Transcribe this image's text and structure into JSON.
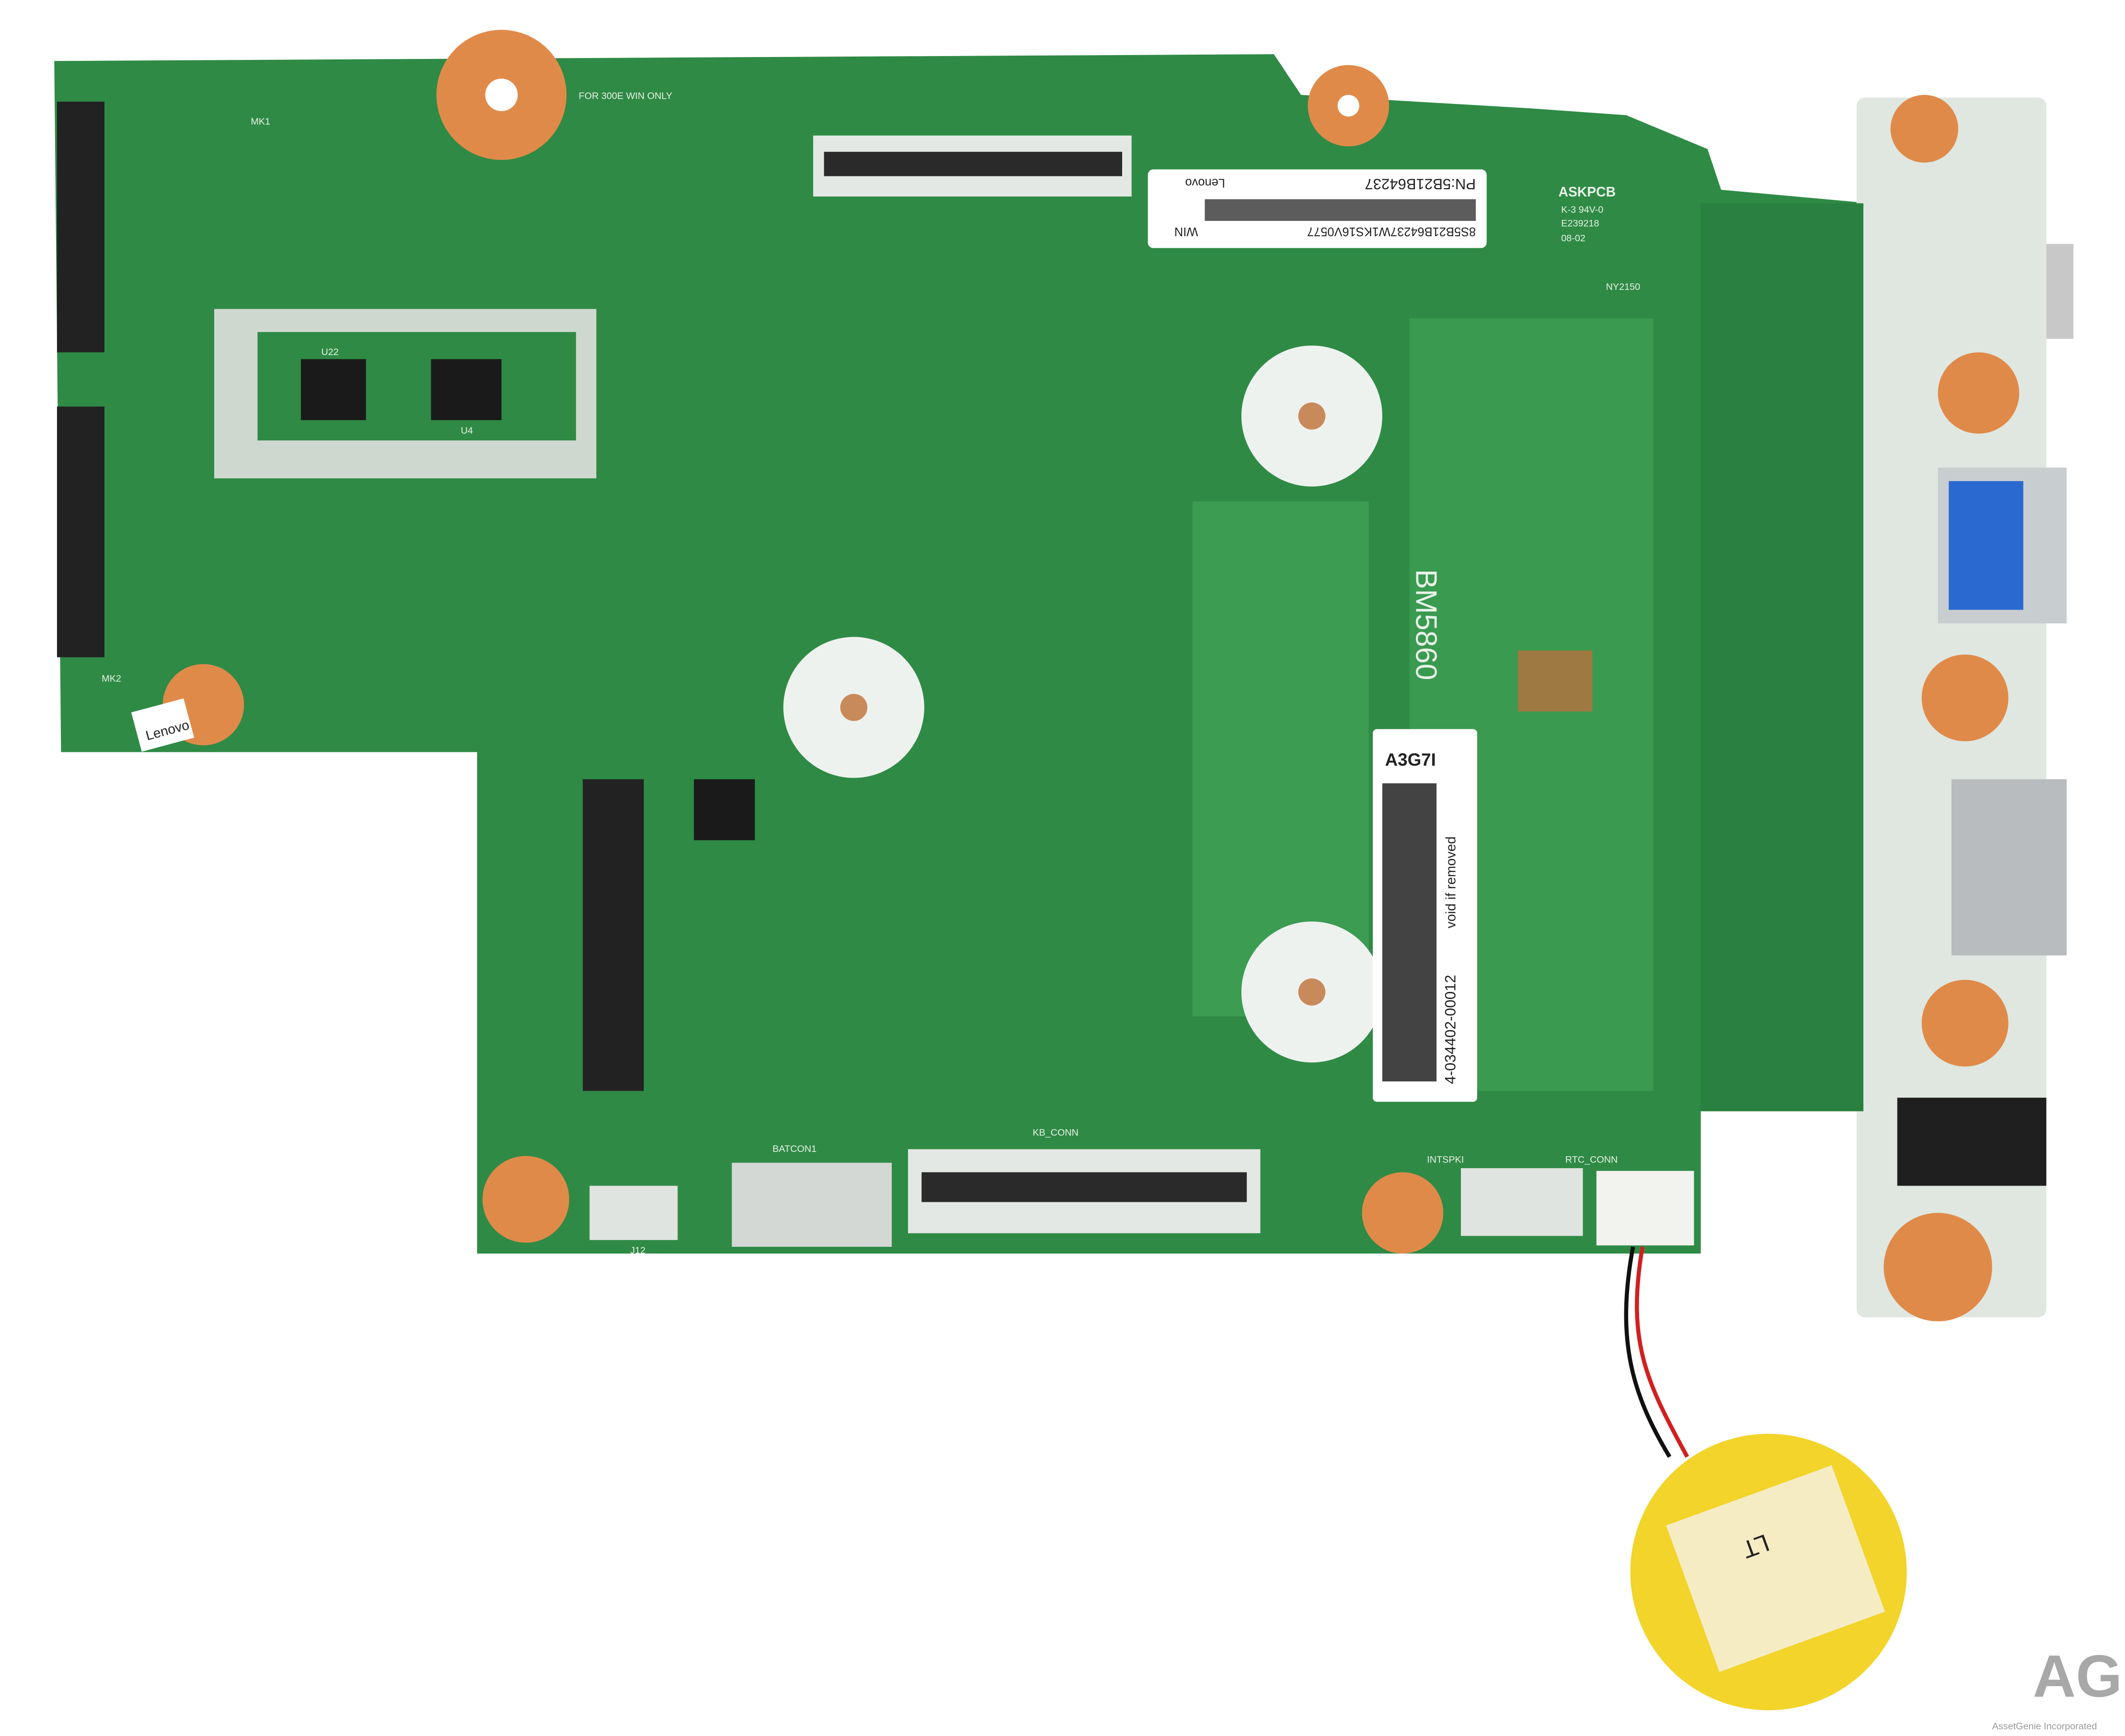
{
  "board": {
    "silkscreen": {
      "top_note": "FOR 300E WIN ONLY",
      "maker": "ASKPCB",
      "rating": "K-3 94V-0",
      "ul_file": "E239218",
      "date_code": "08-02",
      "cert": "NY2150",
      "model": "BM5860",
      "kb_conn": "KB_CONN",
      "bat_conn": "BATCON1",
      "speaker": "INTSPKI",
      "rtc": "RTC_CONN",
      "mk1": "MK1",
      "mk2": "MK2",
      "u22": "U22",
      "u4": "U4",
      "j12": "J12"
    },
    "sticker_part": {
      "serial": "8S5B21B64237W1KS16V0577",
      "os": "WIN",
      "pn": "PN:5B21B64237",
      "brand": "Lenovo"
    },
    "sticker_warranty": {
      "code": "A3G7I",
      "number": "4-034402-00012",
      "note": "void if removed"
    },
    "corner_sticker": "Lenovo",
    "battery_label": "LT"
  },
  "watermark": {
    "logo": "AGI",
    "company": "AssetGenie Incorporated"
  },
  "colors": {
    "pcb": "#2f8a45",
    "pcb_dark": "#1f6f35",
    "daughter": "#dfe7e0",
    "copper": "#e08a4a",
    "battery": "#f2d42a"
  }
}
